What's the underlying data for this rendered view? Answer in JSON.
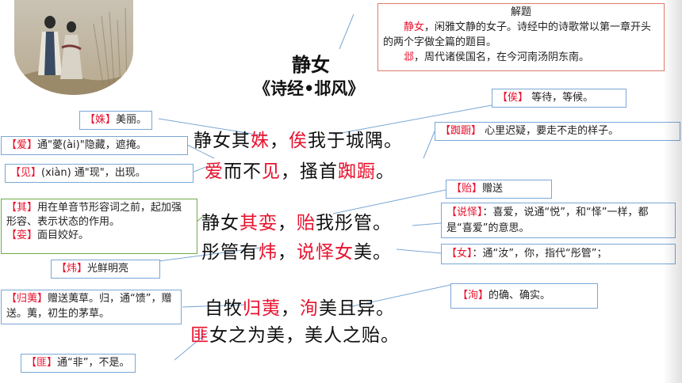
{
  "title": "静女",
  "subtitle": "《诗经•邶风》",
  "jieti": {
    "heading": "解题",
    "line1_hl": "静女",
    "line1": "，闲雅文静的女子。诗经中的诗歌常以第一章开头的两个字做全篇的题目。",
    "line2_hl": "邶",
    "line2": "，周代诸侯国名，在今河南汤阴东南。"
  },
  "poem": {
    "l1": {
      "a": "静女其",
      "b": "姝",
      "c": "，",
      "d": "俟",
      "e": "我于城隅。"
    },
    "l2": {
      "a": "爱",
      "b": "而不",
      "c": "见",
      "d": "，搔首",
      "e": "踟蹰",
      "f": "。"
    },
    "l3": {
      "a": "静女",
      "b": "其娈",
      "c": "，",
      "d": "贻",
      "e": "我彤管。"
    },
    "l4": {
      "a": "彤管有",
      "b": "炜",
      "c": "，",
      "d": "说怿",
      "e": "女",
      "f": "美。"
    },
    "l5": {
      "a": "自牧",
      "b": "归荑",
      "c": "，",
      "d": "洵",
      "e": "美且异。"
    },
    "l6": {
      "a": "匪",
      "b": "女之为美，美人之贻。"
    }
  },
  "notes": {
    "shu": {
      "key": "【姝】",
      "text": "美丽。"
    },
    "ai": {
      "key": "【爱】",
      "text": "通\"薆(ài)\"隐藏，遮掩。"
    },
    "jian": {
      "key": "【见】",
      "text": "(xiàn) 通\"现\"，出现。"
    },
    "qi": {
      "key": "【其】",
      "text": "用在单音节形容词之前，起加强形容、表示状态的作用。"
    },
    "luan": {
      "key": "【娈】",
      "text": "面目姣好。"
    },
    "wei": {
      "key": "【炜】",
      "text": "光鲜明亮"
    },
    "guiti": {
      "key": "【归荑】",
      "text": "赠送荑草。归，通“馈”，赠送。荑，初生的茅草。"
    },
    "fei": {
      "key": "【匪】",
      "text": "通“非”，不是。"
    },
    "si": {
      "key": "【俟】",
      "text": " 等待，等候。"
    },
    "chichu": {
      "key": "【踟蹰】",
      "text": " 心里迟疑，要走不走的样子。"
    },
    "yi": {
      "key": "【贻】",
      "text": "赠送"
    },
    "yueyi": {
      "key": "【说怿】",
      "text": "：喜爱，说通“悦”，和“怿”一样，都是“喜爱”的意思。"
    },
    "ru": {
      "key": "【女】",
      "text": "：通“汝”，你，指代“彤管”；"
    },
    "xun": {
      "key": "【洵】",
      "text": "的确、确实。"
    }
  },
  "colors": {
    "accent_red": "#e8112d",
    "box_blue": "#7aa7d6",
    "box_green": "#70ad47"
  }
}
